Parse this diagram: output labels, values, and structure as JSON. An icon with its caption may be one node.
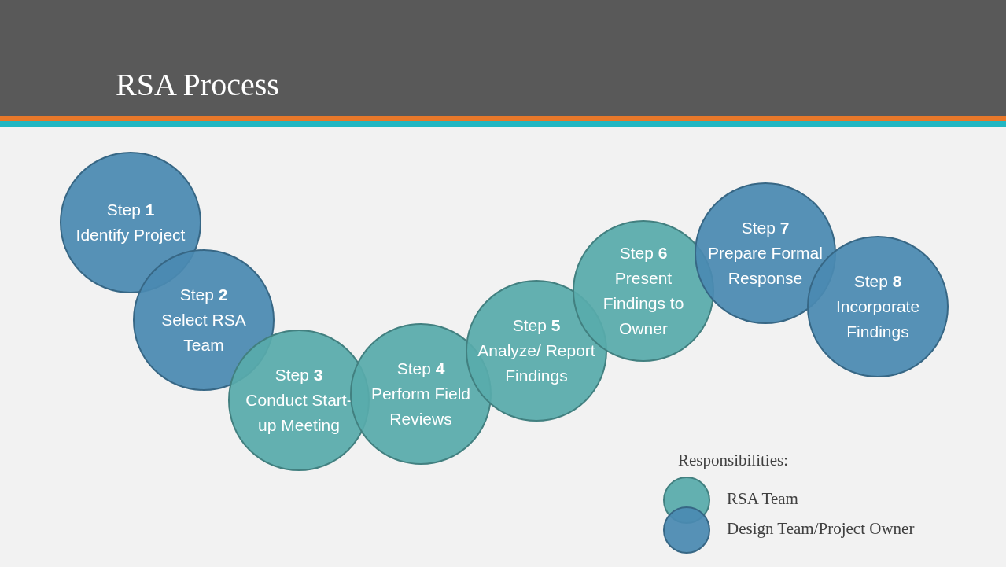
{
  "diagram": {
    "title": "RSA Process",
    "nodes": [
      {
        "text": [
          "Step **1**",
          "Identify Project"
        ]
      },
      {
        "text": [
          "Step **2**",
          "Select RSA Team"
        ]
      },
      {
        "text": [
          "Step **3**",
          "Conduct Start-up Meeting"
        ]
      },
      {
        "text": [
          "Step **4**",
          "Perform Field Reviews"
        ]
      },
      {
        "text": [
          "Step **5**",
          "Analyze/ Report Findings"
        ]
      },
      {
        "text": [
          "Step **6**",
          "Present Findings to Owner"
        ]
      },
      {
        "text": [
          "Step **7**",
          "Prepare Formal Response"
        ]
      },
      {
        "text": [
          "Step **8**",
          "Incorporate Findings"
        ]
      }
    ],
    "labels": [
      "Responsibilities:"
    ],
    "legend": [
      {
        "text": "RSA Team",
        "color": "#58abab"
      },
      {
        "text": "Design Team/Project Owner",
        "color": "#4a8ab2"
      }
    ]
  }
}
